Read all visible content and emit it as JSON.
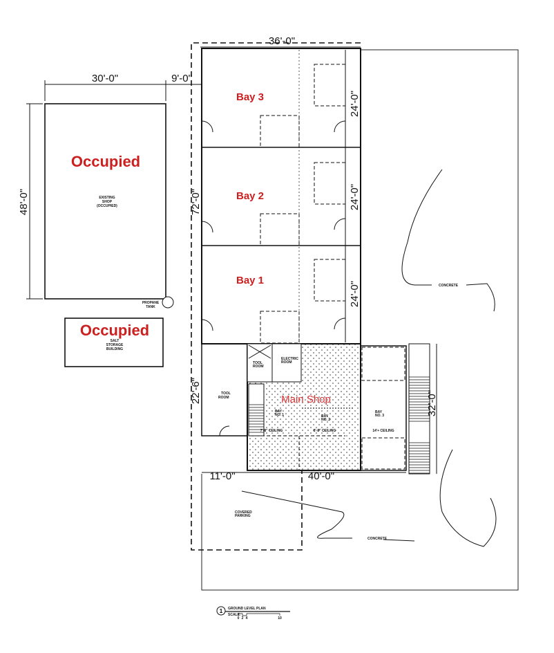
{
  "plan_title": "GROUND LEVEL PLAN",
  "plan_number": "1",
  "scale_label": "SCALE:",
  "scale_ticks": [
    "0",
    "2",
    "4",
    "10"
  ],
  "existing_shop": {
    "status": "Occupied",
    "label_lines": [
      "EXISTING",
      "SHOP",
      "(OCCUPIED)"
    ],
    "width_dim": "30'-0\"",
    "depth_dim": "48'-0\"",
    "gap_dim": "9'-0\""
  },
  "propane_tank": {
    "label_lines": [
      "PROPANE",
      "TANK"
    ]
  },
  "salt_storage": {
    "status": "Occupied",
    "label_lines": [
      "SALT",
      "STORAGE",
      "BUILDING"
    ]
  },
  "bays_building": {
    "width_dim": "36'-0\"",
    "length_dim": "72'-0\"",
    "bays": [
      {
        "label": "Bay 3",
        "depth_dim": "24'-0\""
      },
      {
        "label": "Bay 2",
        "depth_dim": "24'-0\""
      },
      {
        "label": "Bay 1",
        "depth_dim": "24'-0\""
      }
    ]
  },
  "main_shop": {
    "label": "Main Shop",
    "tool_room": [
      "TOOL",
      "ROOM"
    ],
    "small_tool_room": [
      "TOOL",
      "ROOM"
    ],
    "electric_room": [
      "ELECTRIC",
      "ROOM"
    ],
    "bay_no_1": [
      "BAY",
      "NO. 1"
    ],
    "bay_no_2": [
      "BAY",
      "NO. 2"
    ],
    "bay_no_3": [
      "BAY",
      "NO. 3"
    ],
    "ceiling_1": "7'-8\" CEILING",
    "ceiling_2": "8'-8\" CEILING",
    "ceiling_3": "14'+  CEILING",
    "tool_room_dim": "22'-6\"",
    "depth_dim": "32'-0\"",
    "left_width_dim": "11'-0\"",
    "width_dim": "40'-0\""
  },
  "covered_parking": [
    "COVERED",
    "PARKING"
  ],
  "concrete_labels": [
    "CONCRETE",
    "CONCRETE"
  ],
  "colors": {
    "occupied": "#cc1f1f",
    "lines": "#111111",
    "main_shop_label": "#dd3333"
  }
}
